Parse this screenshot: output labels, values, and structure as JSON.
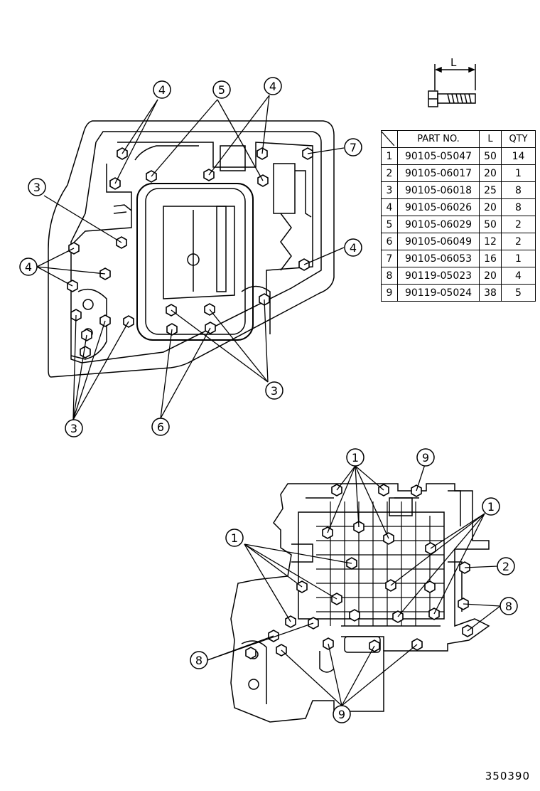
{
  "bolt_dimension_label": "L",
  "table": {
    "headers": {
      "part_no": "PART NO.",
      "length": "L",
      "qty": "QTY"
    },
    "rows": [
      {
        "no": "1",
        "part_no": "90105-05047",
        "length": "50",
        "qty": "14"
      },
      {
        "no": "2",
        "part_no": "90105-06017",
        "length": "20",
        "qty": "1"
      },
      {
        "no": "3",
        "part_no": "90105-06018",
        "length": "25",
        "qty": "8"
      },
      {
        "no": "4",
        "part_no": "90105-06026",
        "length": "20",
        "qty": "8"
      },
      {
        "no": "5",
        "part_no": "90105-06029",
        "length": "50",
        "qty": "2"
      },
      {
        "no": "6",
        "part_no": "90105-06049",
        "length": "12",
        "qty": "2"
      },
      {
        "no": "7",
        "part_no": "90105-06053",
        "length": "16",
        "qty": "1"
      },
      {
        "no": "8",
        "part_no": "90119-05023",
        "length": "20",
        "qty": "4"
      },
      {
        "no": "9",
        "part_no": "90119-05024",
        "length": "38",
        "qty": "5"
      }
    ]
  },
  "callouts": {
    "c1": "1",
    "c2": "2",
    "c3": "3",
    "c4": "4",
    "c5": "5",
    "c6": "6",
    "c7": "7",
    "c8": "8",
    "c9": "9"
  },
  "figure_number": "350390"
}
